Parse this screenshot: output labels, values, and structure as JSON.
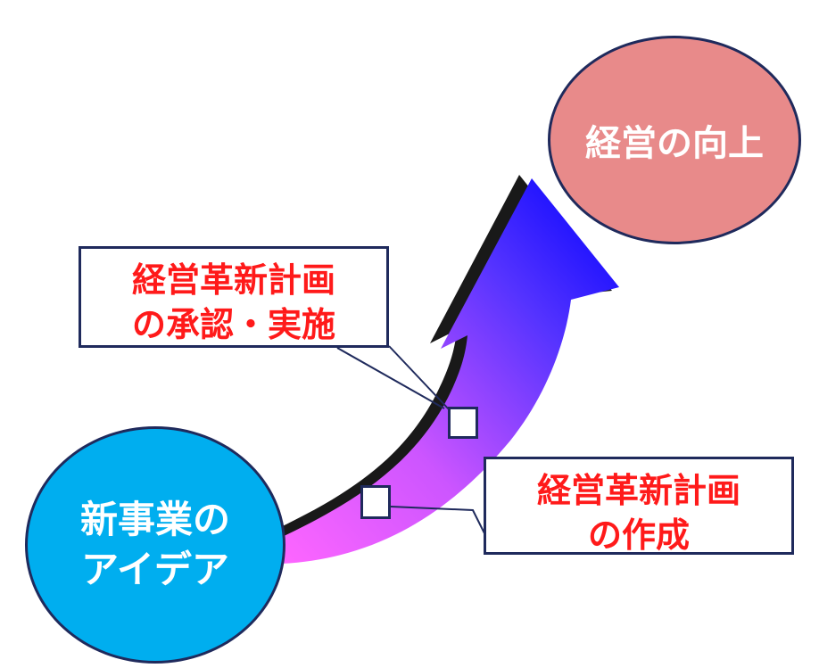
{
  "diagram": {
    "start_node": {
      "line1": "新事業の",
      "line2": "アイデア"
    },
    "goal_node": {
      "label": "経営の向上"
    },
    "callout_approve": {
      "line1": "経営革新計画",
      "line2": "の承認・実施"
    },
    "callout_create": {
      "line1": "経営革新計画",
      "line2": "の作成"
    }
  },
  "colors": {
    "start_fill": "#00aeef",
    "goal_fill": "#e88a8a",
    "outline": "#1f2a5c",
    "callout_text": "#ff1a1a",
    "arrow_gradient_start": "#ff66ff",
    "arrow_gradient_end": "#0000ff"
  }
}
